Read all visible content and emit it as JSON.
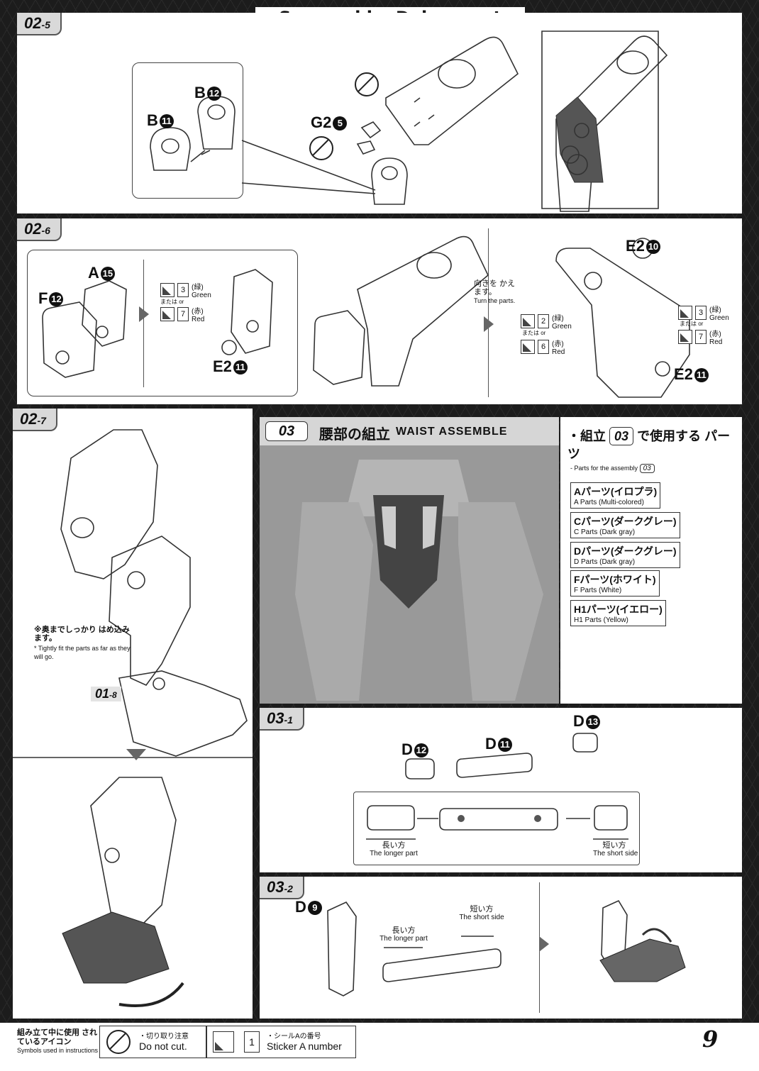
{
  "header": {
    "scan_credit": "Scanned by Dalong.net"
  },
  "steps": {
    "s02_5": {
      "num": "02",
      "sub": "-5",
      "parts": {
        "b11": "B",
        "b12": "B",
        "g2": "G2"
      },
      "nums": {
        "b11": "11",
        "b12": "12",
        "g2": "5"
      }
    },
    "s02_6": {
      "num": "02",
      "sub": "-6",
      "labels": {
        "a15": "A",
        "f12": "F",
        "e2_11a": "E2",
        "e2_10": "E2",
        "e2_11b": "E2"
      },
      "nums": {
        "a15": "15",
        "f12": "12",
        "e2_11a": "11",
        "e2_10": "10",
        "e2_11b": "11"
      },
      "sticker_left": {
        "s1_num": "3",
        "s1_jp": "(緑)",
        "s1_en": "Green",
        "or_text": "または or",
        "s2_num": "7",
        "s2_jp": "(赤)",
        "s2_en": "Red"
      },
      "turn_jp": "向きを かえます。",
      "turn_en": "Turn the parts.",
      "sticker_mid": {
        "s1_num": "2",
        "s1_jp": "(緑)",
        "s1_en": "Green",
        "or_text": "または or",
        "s2_num": "6",
        "s2_jp": "(赤)",
        "s2_en": "Red"
      },
      "sticker_right": {
        "s1_num": "3",
        "s1_jp": "(緑)",
        "s1_en": "Green",
        "or_text": "または or",
        "s2_num": "7",
        "s2_jp": "(赤)",
        "s2_en": "Red"
      }
    },
    "s02_7": {
      "num": "02",
      "sub": "-7",
      "note_jp": "※奥までしっかり はめ込みます。",
      "note_en": "* Tightly fit the parts as far as they will go.",
      "ref": "01",
      "ref_sub": "-8"
    },
    "s03": {
      "badge": "03",
      "title_jp": "腰部の組立",
      "title_en": "WAIST ASSEMBLE"
    },
    "parts_for": {
      "heading_jp": "・組立",
      "heading_badge": "03",
      "heading_tail": "で使用する パーツ",
      "sub_en": "- Parts for the assembly",
      "sub_badge": "03",
      "items": [
        {
          "jp": "Aパーツ(イロプラ)",
          "en": "A Parts (Multi-colored)"
        },
        {
          "jp": "Cパーツ(ダークグレー)",
          "en": "C Parts (Dark gray)"
        },
        {
          "jp": "Dパーツ(ダークグレー)",
          "en": "D Parts (Dark gray)"
        },
        {
          "jp": "Fパーツ(ホワイト)",
          "en": "F Parts (White)"
        },
        {
          "jp": "H1パーツ(イエロー)",
          "en": "H1 Parts (Yellow)"
        }
      ]
    },
    "s03_1": {
      "num": "03",
      "sub": "-1",
      "labels": {
        "d12": "D",
        "d11": "D",
        "d13": "D"
      },
      "nums": {
        "d12": "12",
        "d11": "11",
        "d13": "13"
      },
      "longer_jp": "長い方",
      "longer_en": "The longer part",
      "shorter_jp": "短い方",
      "shorter_en": "The short side"
    },
    "s03_2": {
      "num": "03",
      "sub": "-2",
      "labels": {
        "d9": "D"
      },
      "nums": {
        "d9": "9"
      },
      "longer_jp": "長い方",
      "longer_en": "The longer part",
      "shorter_jp": "短い方",
      "shorter_en": "The short side"
    }
  },
  "footer": {
    "legend_jp": "組み立て中に使用 されているアイコン",
    "legend_en": "Symbols used in instructions",
    "nocut_jp": "・切り取り注意",
    "nocut_en": "Do not cut.",
    "sticker_num": "1",
    "sticker_jp": "・シールAの番号",
    "sticker_en": "Sticker A number",
    "page_number": "9"
  }
}
